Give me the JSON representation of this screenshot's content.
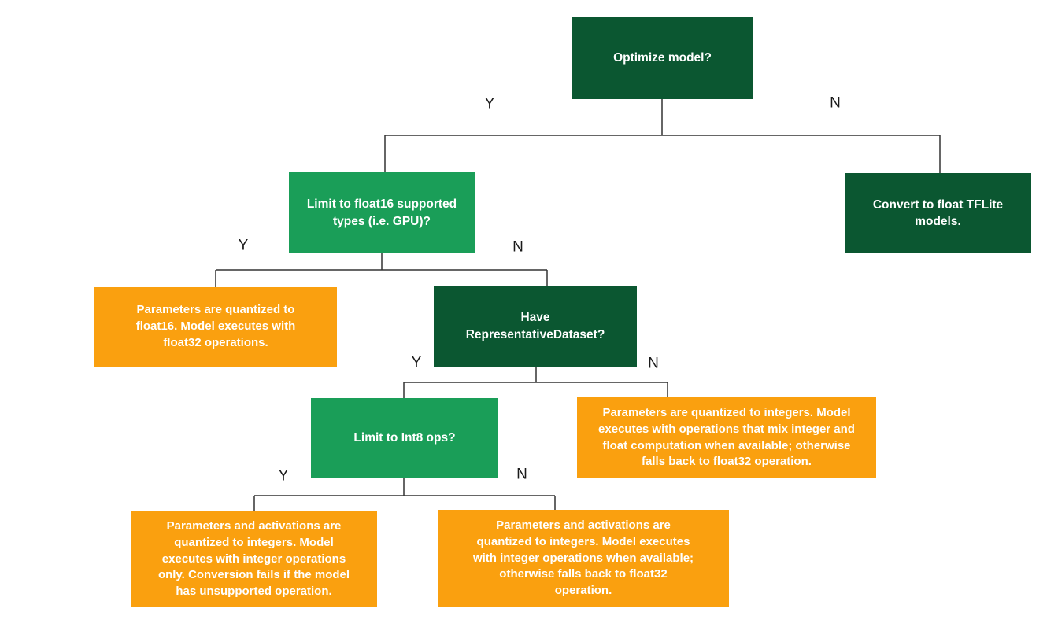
{
  "nodes": {
    "optimize": {
      "label": "Optimize model?"
    },
    "limit_float16": {
      "label": "Limit to float16 supported\ntypes (i.e. GPU)?"
    },
    "convert_float": {
      "label": "Convert to float TFLite\nmodels."
    },
    "float16_result": {
      "label": "Parameters are quantized to\nfloat16. Model executes with\nfloat32 operations."
    },
    "have_representative_dataset": {
      "label": "Have\nRepresentativeDataset?"
    },
    "limit_int8": {
      "label": "Limit to Int8 ops?"
    },
    "mixed_ops_result": {
      "label": "Parameters are quantized to integers. Model\nexecutes with operations that mix integer and\nfloat computation when available; otherwise\nfalls back to float32 operation."
    },
    "integer_only_result": {
      "label": "Parameters and activations are\nquantized to integers. Model\nexecutes with integer operations\nonly. Conversion fails if the model\nhas unsupported operation."
    },
    "integer_fallback_result": {
      "label": "Parameters and activations are\nquantized to integers. Model executes\nwith integer operations when available;\notherwise falls back to float32\noperation."
    }
  },
  "edge_labels": {
    "optimize_yes": "Y",
    "optimize_no": "N",
    "limit_float16_yes": "Y",
    "limit_float16_no": "N",
    "have_dataset_yes": "Y",
    "have_dataset_no": "N",
    "limit_int8_yes": "Y",
    "limit_int8_no": "N"
  },
  "colors": {
    "dark_green": "#0B5731",
    "green": "#1A9E58",
    "orange": "#FAA00F",
    "connector": "#333333",
    "edge_label_text": "#1A1A1A",
    "box_text": "#FFFFFF",
    "background": "#FFFFFF"
  }
}
